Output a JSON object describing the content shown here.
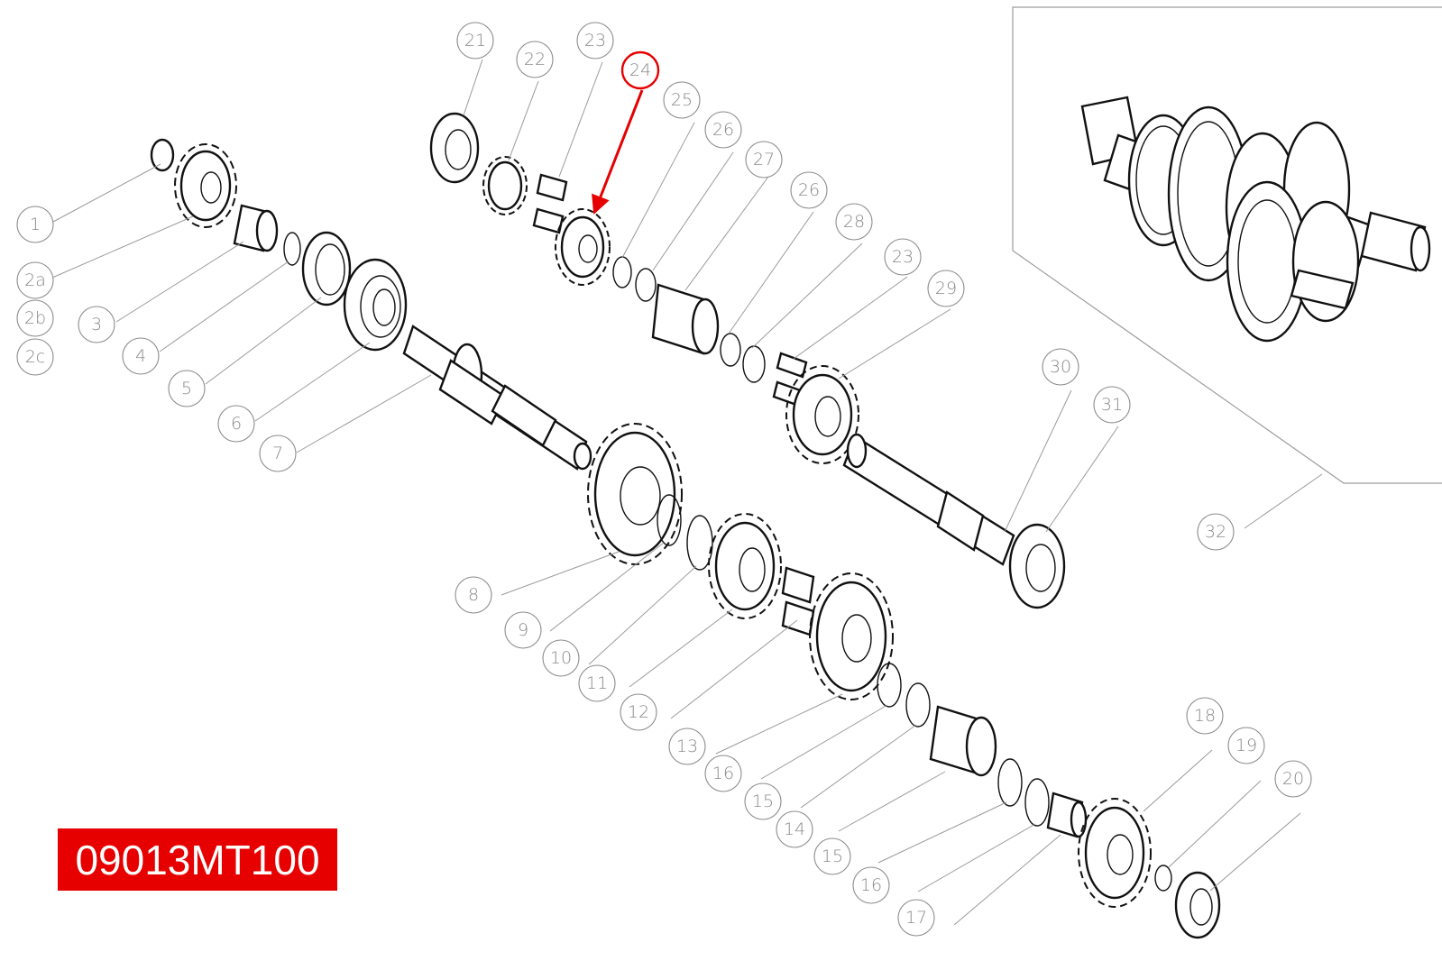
{
  "part_number": "09013MT100",
  "highlight_color": "#e60000",
  "highlighted_callout": "24",
  "callouts": [
    {
      "id": "c1",
      "label": "1"
    },
    {
      "id": "c2a",
      "label": "2a"
    },
    {
      "id": "c2b",
      "label": "2b"
    },
    {
      "id": "c2c",
      "label": "2c"
    },
    {
      "id": "c3",
      "label": "3"
    },
    {
      "id": "c4",
      "label": "4"
    },
    {
      "id": "c5",
      "label": "5"
    },
    {
      "id": "c6",
      "label": "6"
    },
    {
      "id": "c7",
      "label": "7"
    },
    {
      "id": "c8",
      "label": "8"
    },
    {
      "id": "c9",
      "label": "9"
    },
    {
      "id": "c10",
      "label": "10"
    },
    {
      "id": "c11",
      "label": "11"
    },
    {
      "id": "c12",
      "label": "12"
    },
    {
      "id": "c13",
      "label": "13"
    },
    {
      "id": "c16a",
      "label": "16"
    },
    {
      "id": "c15a",
      "label": "15"
    },
    {
      "id": "c14",
      "label": "14"
    },
    {
      "id": "c15b",
      "label": "15"
    },
    {
      "id": "c16b",
      "label": "16"
    },
    {
      "id": "c17",
      "label": "17"
    },
    {
      "id": "c18",
      "label": "18"
    },
    {
      "id": "c19",
      "label": "19"
    },
    {
      "id": "c20",
      "label": "20"
    },
    {
      "id": "c21",
      "label": "21"
    },
    {
      "id": "c22",
      "label": "22"
    },
    {
      "id": "c23a",
      "label": "23"
    },
    {
      "id": "c24",
      "label": "24"
    },
    {
      "id": "c25",
      "label": "25"
    },
    {
      "id": "c26a",
      "label": "26"
    },
    {
      "id": "c27",
      "label": "27"
    },
    {
      "id": "c26b",
      "label": "26"
    },
    {
      "id": "c28",
      "label": "28"
    },
    {
      "id": "c23b",
      "label": "23"
    },
    {
      "id": "c29",
      "label": "29"
    },
    {
      "id": "c30",
      "label": "30"
    },
    {
      "id": "c31",
      "label": "31"
    },
    {
      "id": "c32",
      "label": "32"
    }
  ]
}
